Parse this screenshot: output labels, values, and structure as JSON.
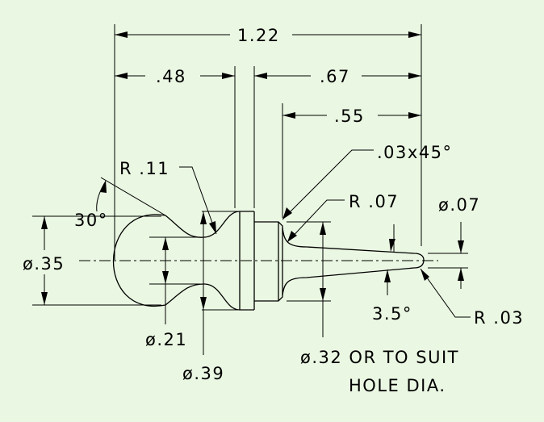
{
  "drawing": {
    "background": "#eaf7e2",
    "line_color": "#000000",
    "dims": {
      "overall_length": "1.22",
      "left_length": ".48",
      "right_length": ".67",
      "tip_length": ".55",
      "chamfer": ".03x45°",
      "radius_ball": "R .11",
      "radius_fillet": "R .07",
      "tip_dia": "ø.07",
      "angle_30": "30°",
      "ball_dia": "ø.35",
      "neck_dia": "ø.21",
      "collar_dia": "ø.39",
      "taper_angle": "3.5°",
      "radius_tip": "R .03",
      "shank_dia_line1": "ø.32 OR TO SUIT",
      "shank_dia_line2": "HOLE DIA."
    }
  }
}
